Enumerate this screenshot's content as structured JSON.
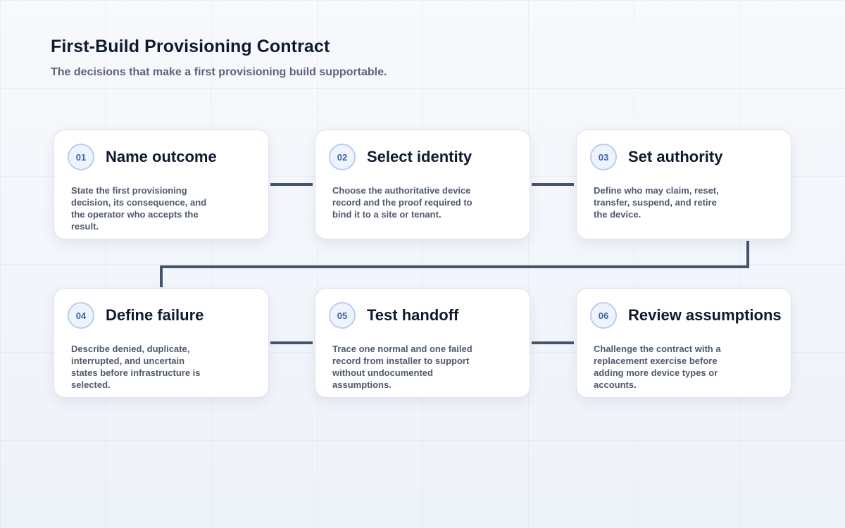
{
  "header": {
    "title": "First-Build Provisioning Contract",
    "subtitle": "The decisions that make a first provisioning build supportable."
  },
  "steps": [
    {
      "number": "01",
      "title": "Name outcome",
      "description": "State the first provisioning decision, its consequence, and the operator who accepts the result."
    },
    {
      "number": "02",
      "title": "Select identity",
      "description": "Choose the authoritative device record and the proof required to bind it to a site or tenant."
    },
    {
      "number": "03",
      "title": "Set authority",
      "description": "Define who may claim, reset, transfer, suspend, and retire the device."
    },
    {
      "number": "04",
      "title": "Define failure",
      "description": "Describe denied, duplicate, interrupted, and uncertain states before infrastructure is selected."
    },
    {
      "number": "05",
      "title": "Test handoff",
      "description": "Trace one normal and one failed record from installer to support without undocumented assumptions."
    },
    {
      "number": "06",
      "title": "Review assumptions",
      "description": "Challenge the contract with a replacement exercise before adding more device types or accounts."
    }
  ],
  "colors": {
    "connector": "#46546a",
    "badge_text": "#3e63a8",
    "badge_border": "#b9cdee",
    "title_text": "#0f1a2e"
  }
}
